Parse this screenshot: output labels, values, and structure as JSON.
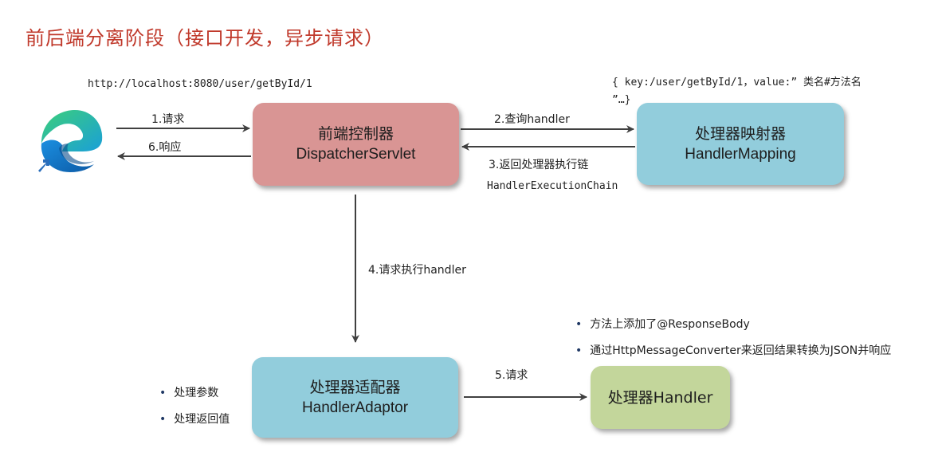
{
  "title": "前后端分离阶段（接口开发，异步请求）",
  "url": "http://localhost:8080/user/getById/1",
  "mapping_note_line1": "{ key:/user/getById/1，value:” 类名#方法名",
  "mapping_note_line2": "”…}",
  "browser_icon": "edge-browser-icon",
  "nodes": {
    "dispatcher": {
      "zh": "前端控制器",
      "en": "DispatcherServlet",
      "color": "#d99594"
    },
    "mapping": {
      "zh": "处理器映射器",
      "en": "HandlerMapping",
      "color": "#92cddc"
    },
    "adaptor": {
      "zh": "处理器适配器",
      "en": "HandlerAdaptor",
      "color": "#92cddc"
    },
    "handler": {
      "label": "处理器Handler",
      "color": "#c3d69b"
    }
  },
  "edges": {
    "e1": "1.请求",
    "e6": "6.响应",
    "e2": "2.查询handler",
    "e3_line1": "3.返回处理器执行链",
    "e3_line2": "HandlerExecutionChain",
    "e4": "4.请求执行handler",
    "e5": "5.请求"
  },
  "adaptor_notes": [
    "处理参数",
    "处理返回值"
  ],
  "handler_notes": [
    "方法上添加了@ResponseBody",
    "通过HttpMessageConverter来返回结果转换为JSON并响应"
  ]
}
